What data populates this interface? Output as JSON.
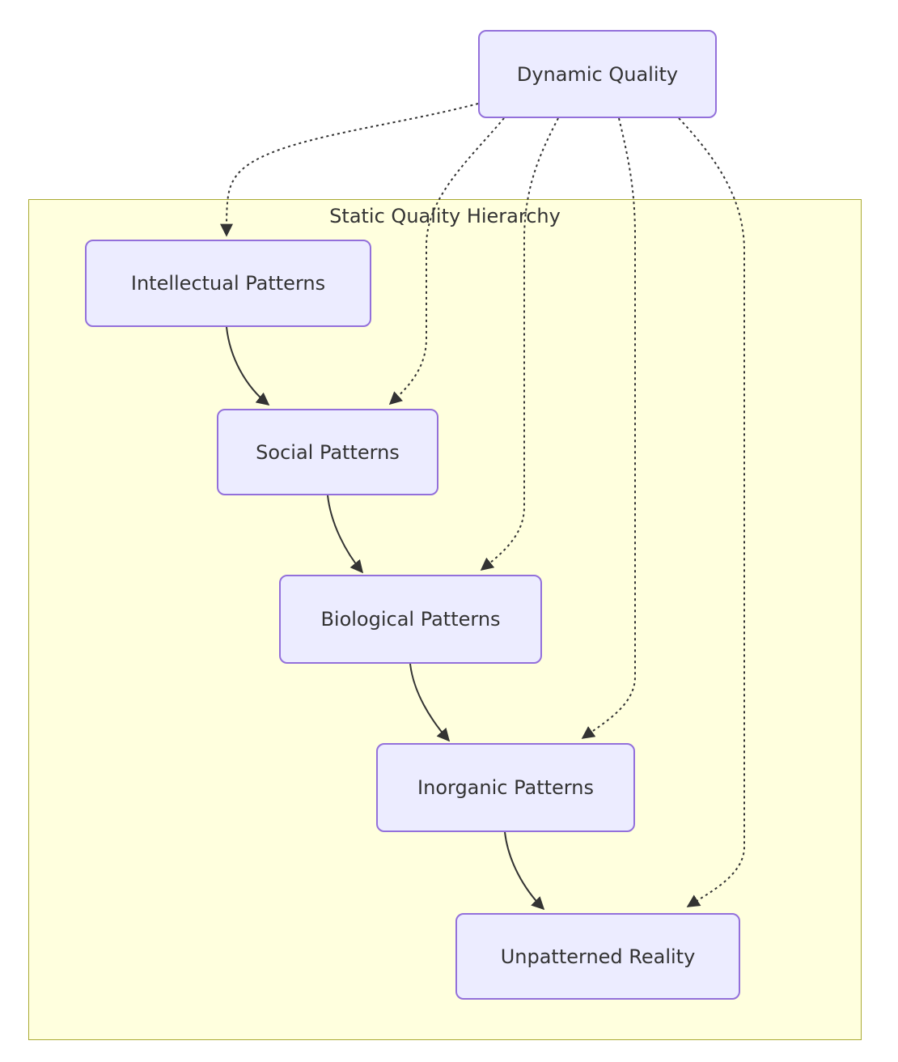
{
  "diagram": {
    "cluster": {
      "label": "Static Quality Hierarchy"
    },
    "nodes": [
      {
        "id": "dynamic-quality",
        "label": "Dynamic Quality"
      },
      {
        "id": "intellectual-patterns",
        "label": "Intellectual Patterns"
      },
      {
        "id": "social-patterns",
        "label": "Social Patterns"
      },
      {
        "id": "biological-patterns",
        "label": "Biological Patterns"
      },
      {
        "id": "inorganic-patterns",
        "label": "Inorganic Patterns"
      },
      {
        "id": "unpatterned-reality",
        "label": "Unpatterned Reality"
      }
    ],
    "edges": [
      {
        "from": "Dynamic Quality",
        "to": "Intellectual Patterns",
        "style": "dotted"
      },
      {
        "from": "Dynamic Quality",
        "to": "Social Patterns",
        "style": "dotted"
      },
      {
        "from": "Dynamic Quality",
        "to": "Biological Patterns",
        "style": "dotted"
      },
      {
        "from": "Dynamic Quality",
        "to": "Inorganic Patterns",
        "style": "dotted"
      },
      {
        "from": "Dynamic Quality",
        "to": "Unpatterned Reality",
        "style": "dotted"
      },
      {
        "from": "Intellectual Patterns",
        "to": "Social Patterns",
        "style": "solid"
      },
      {
        "from": "Social Patterns",
        "to": "Biological Patterns",
        "style": "solid"
      },
      {
        "from": "Biological Patterns",
        "to": "Inorganic Patterns",
        "style": "solid"
      },
      {
        "from": "Inorganic Patterns",
        "to": "Unpatterned Reality",
        "style": "solid"
      }
    ],
    "colors": {
      "background": "#ffffff",
      "node_fill": "#ececff",
      "node_border": "#9370db",
      "cluster_fill": "#ffffde",
      "cluster_border": "#aaaa33",
      "text": "#333333",
      "edge": "#333333"
    }
  }
}
